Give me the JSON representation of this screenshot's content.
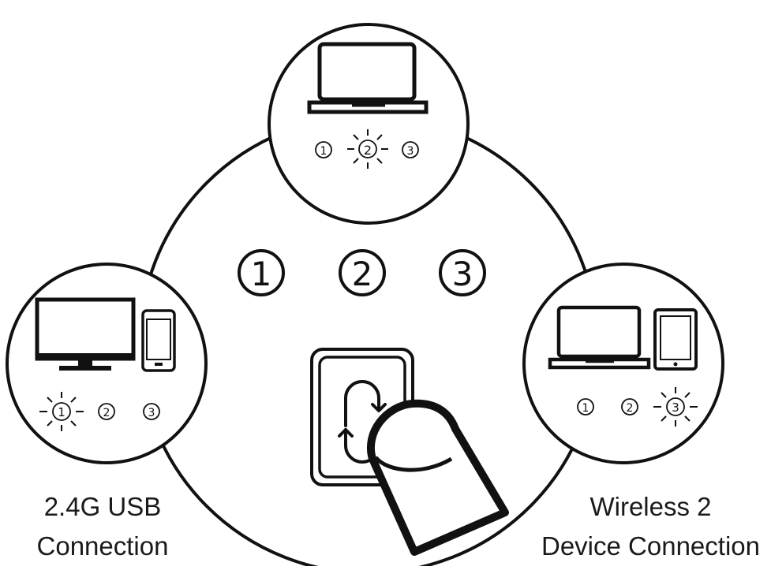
{
  "colors": {
    "stroke": "#111111",
    "background": "#ffffff"
  },
  "center": {
    "channel_badges": [
      "1",
      "2",
      "3"
    ]
  },
  "top_panel": {
    "devices": [
      "laptop-icon"
    ],
    "indicators": [
      "1",
      "2",
      "3"
    ],
    "active_indicator": "2"
  },
  "left_panel": {
    "devices": [
      "monitor-icon",
      "phone-icon"
    ],
    "indicators": [
      "1",
      "2",
      "3"
    ],
    "active_indicator": "1",
    "caption_line1": "2.4G USB",
    "caption_line2": "Connection"
  },
  "right_panel": {
    "devices": [
      "laptop-icon",
      "tablet-icon"
    ],
    "indicators": [
      "1",
      "2",
      "3"
    ],
    "active_indicator": "3",
    "caption_line1": "Wireless 2",
    "caption_line2": "Device Connection"
  },
  "switch": {
    "icon": "cycle-arrows-icon",
    "pressed_by": "finger-icon"
  }
}
